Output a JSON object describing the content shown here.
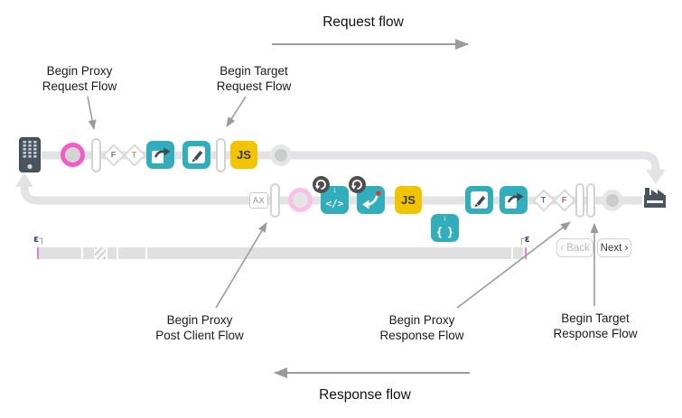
{
  "header": {
    "request_flow": "Request flow",
    "response_flow": "Response flow"
  },
  "annotations": {
    "proxy_request": {
      "line1": "Begin Proxy",
      "line2": "Request Flow"
    },
    "target_request": {
      "line1": "Begin Target",
      "line2": "Request Flow"
    },
    "proxy_post_client": {
      "line1": "Begin Proxy",
      "line2": "Post Client Flow"
    },
    "proxy_response": {
      "line1": "Begin Proxy",
      "line2": "Response Flow"
    },
    "target_response": {
      "line1": "Begin Target",
      "line2": "Response Flow"
    }
  },
  "request_lane": {
    "condition_false": "F",
    "condition_true": "T",
    "js": "JS"
  },
  "response_lane": {
    "analytics": "AX",
    "down_arrow": "↓",
    "code_glyph": "</>",
    "js": "JS",
    "brace_open": "{",
    "brace_close": "}",
    "condition_true": "T",
    "condition_false": "F"
  },
  "timeline": {
    "epsilon_left": "ε",
    "bracket_left": "┐",
    "bracket_right": "┌",
    "epsilon_right": "ε",
    "back": "‹ Back",
    "next": "Next ›"
  },
  "icons": {
    "client": "smartphone-icon",
    "target": "factory-icon",
    "forward": "page-with-forward-arrow",
    "edit": "pencil-on-page",
    "route": "curved-arrow-with-red-dot",
    "loop_badge": "clockwise-loop-arrow"
  },
  "colors": {
    "teal": "#31adbb",
    "yellow": "#f2c400",
    "pink": "#f25cc7",
    "pink_faded": "#f6c0e7",
    "track": "#e3e3e5",
    "slate": "#49545e",
    "badge": "#4e4e4e",
    "red_dot": "#e0392e"
  }
}
